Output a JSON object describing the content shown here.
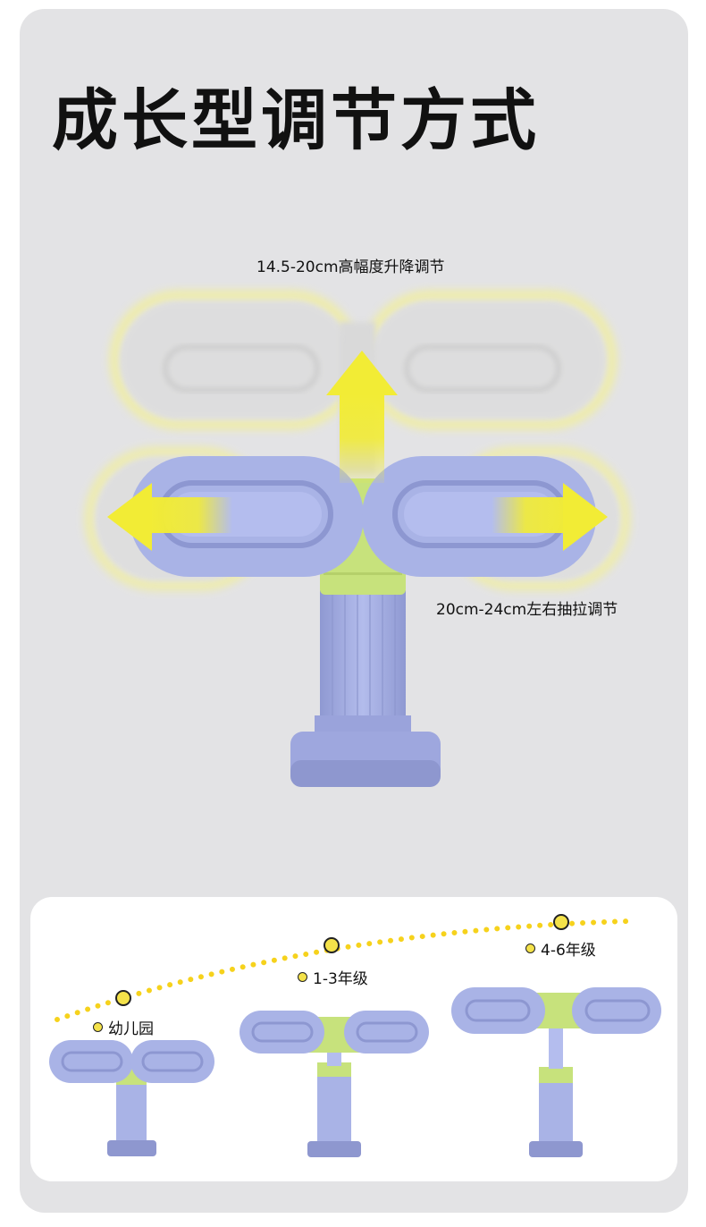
{
  "title": "成长型调节方式",
  "height_adjust_label": "14.5-20cm高幅度升降调节",
  "width_adjust_label": "20cm-24cm左右抽拉调节",
  "stages": [
    {
      "label": "幼儿园"
    },
    {
      "label": "1-3年级"
    },
    {
      "label": "4-6年级"
    }
  ],
  "colors": {
    "background_card": "#e3e3e5",
    "product_blue": "#a9b3e6",
    "product_green": "#c7e27c",
    "arrow_yellow": "#f2ec35",
    "dot_yellow": "#f6d21c"
  }
}
